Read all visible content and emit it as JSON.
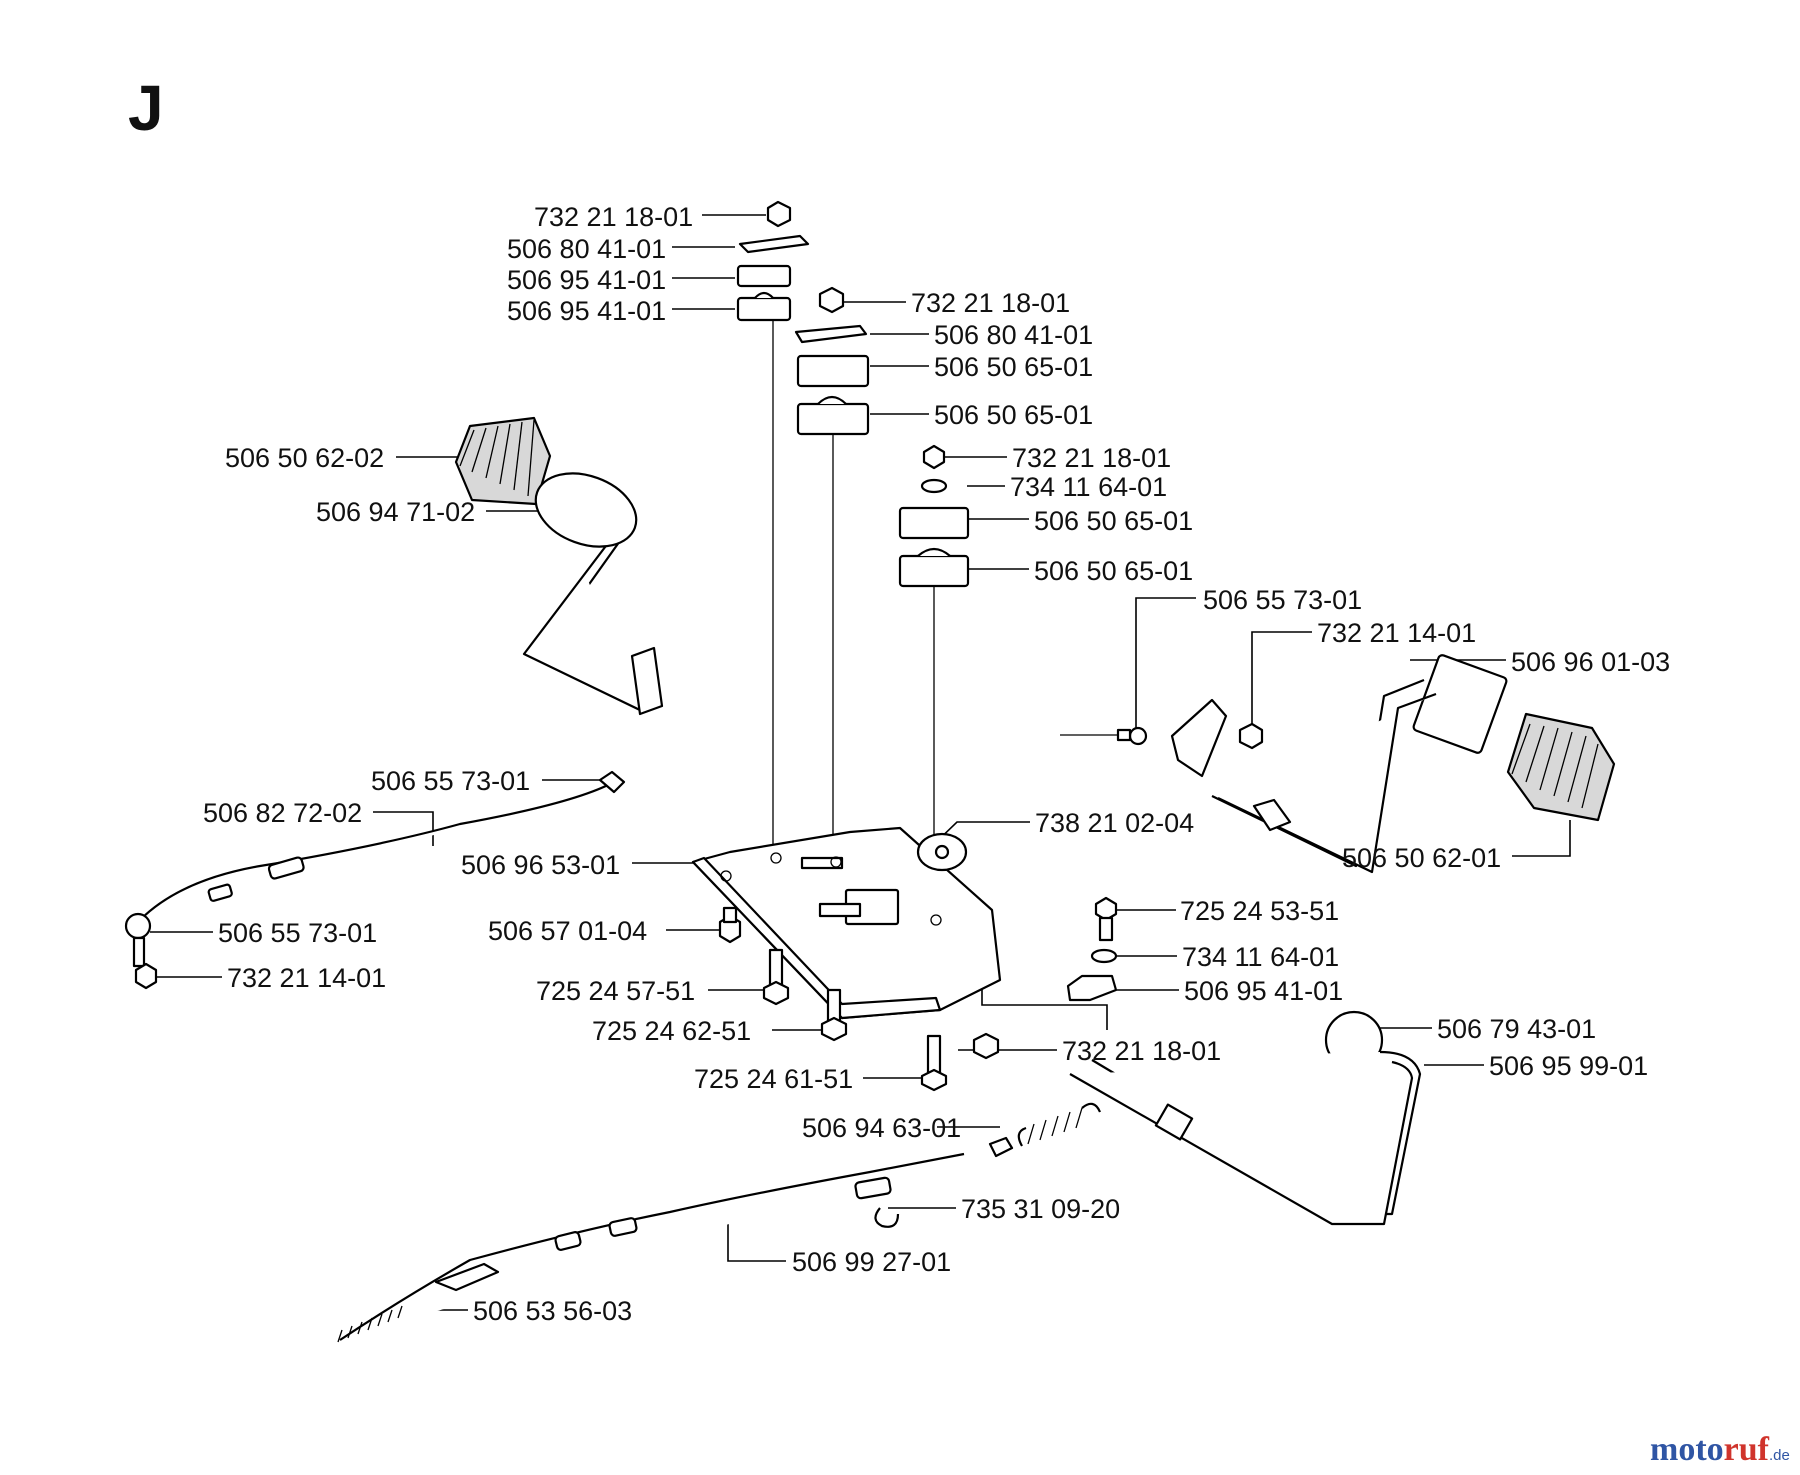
{
  "section_letter": "J",
  "watermark": {
    "part1": "moto",
    "part2": "ruf",
    "suffix": ".de"
  },
  "labels": [
    "732 21 18-01",
    "506 80 41-01",
    "506 95 41-01",
    "506 95 41-01",
    "732 21 18-01",
    "506 80 41-01",
    "506 50 65-01",
    "506 50 65-01",
    "732 21 18-01",
    "734 11 64-01",
    "506 50 65-01",
    "506 50 65-01",
    "506 50 62-02",
    "506 94 71-02",
    "506 55 73-01",
    "732 21 14-01",
    "506 96 01-03",
    "506 55 73-01",
    "506 82 72-02",
    "738 21 02-04",
    "506 96 53-01",
    "506 50 62-01",
    "506 55 73-01",
    "506 57 01-04",
    "725 24 53-51",
    "734 11 64-01",
    "732 21 14-01",
    "725 24 57-51",
    "506 95 41-01",
    "725 24 62-51",
    "506 79 43-01",
    "732 21 18-01",
    "725 24 61-51",
    "506 95 99-01",
    "506 94 63-01",
    "735 31 09-20",
    "506 99 27-01",
    "506 53 56-03"
  ]
}
